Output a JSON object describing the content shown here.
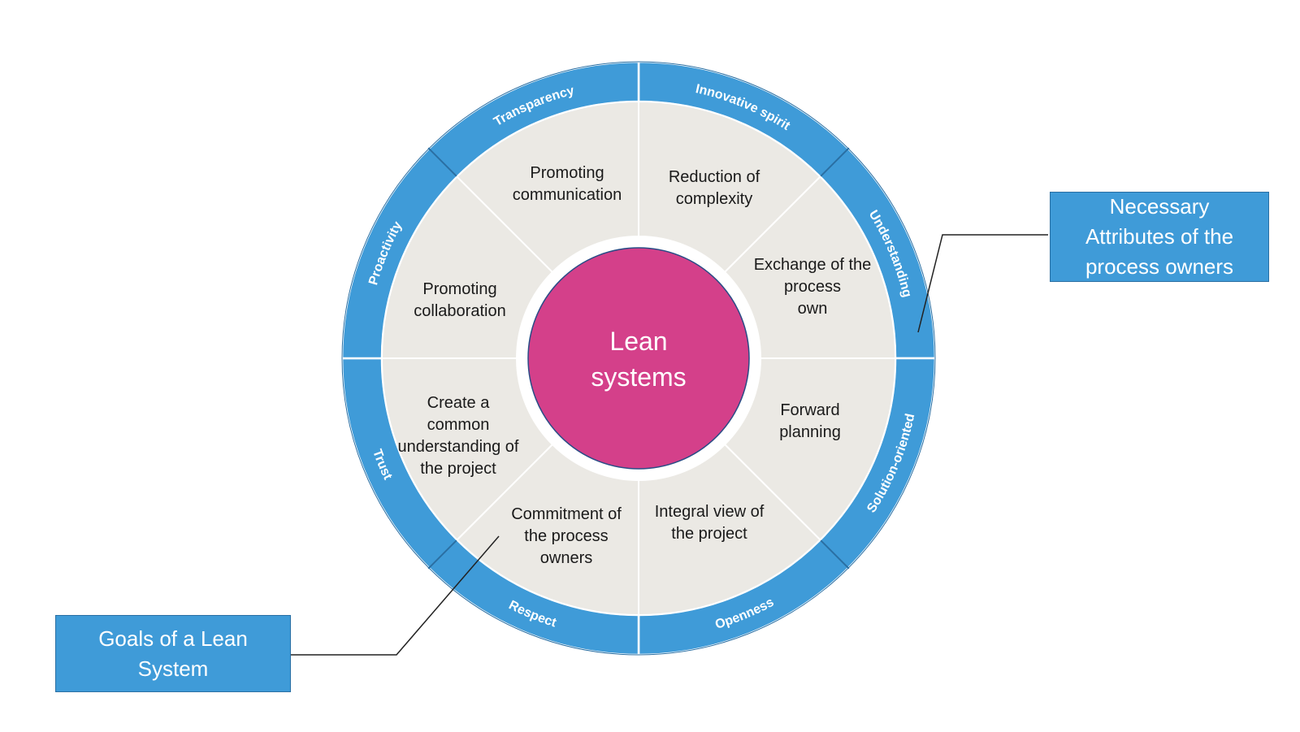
{
  "center": {
    "lines": [
      "Lean",
      "systems"
    ],
    "color": "#d4408a"
  },
  "colors": {
    "ring": "#3f9bd8",
    "ring_edge": "#2a6fa3",
    "inner_fill": "#ebe9e4",
    "divider": "#ffffff"
  },
  "inner_segments": [
    {
      "lines": [
        "Reduction of",
        "complexity"
      ]
    },
    {
      "lines": [
        "Exchange of the",
        "process",
        "own"
      ]
    },
    {
      "lines": [
        "Forward",
        "planning"
      ]
    },
    {
      "lines": [
        "Integral view of",
        "the project"
      ]
    },
    {
      "lines": [
        "Commitment of",
        "the process",
        "owners"
      ]
    },
    {
      "lines": [
        "Create a",
        "common",
        "understanding of",
        "the project"
      ]
    },
    {
      "lines": [
        "Promoting",
        "collaboration"
      ]
    },
    {
      "lines": [
        "Promoting",
        "communication"
      ]
    }
  ],
  "outer_ring": [
    {
      "label": "Innovative spirit"
    },
    {
      "label": "Understanding"
    },
    {
      "label": "Solution-oriented"
    },
    {
      "label": "Openness"
    },
    {
      "label": "Respect"
    },
    {
      "label": "Trust"
    },
    {
      "label": "Proactivity"
    },
    {
      "label": "Transparency"
    }
  ],
  "callouts": {
    "attributes": "Necessary\nAttributes of the\nprocess owners",
    "goals": "Goals of a Lean\nSystem"
  }
}
